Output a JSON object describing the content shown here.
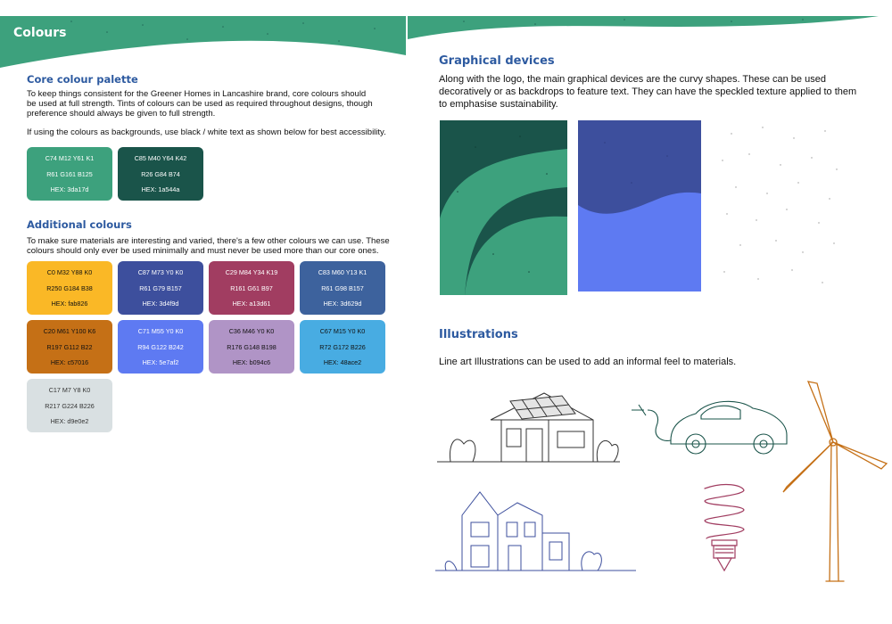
{
  "header": {
    "title": "Colours"
  },
  "core": {
    "heading": "Core colour palette",
    "p1": [
      "To keep things consistent for the Greener Homes in Lancashire brand, core colours should",
      "be used at full strength. Tints of colours can be used as required throughout designs, though",
      "preference should always be given to full strength."
    ],
    "p2": "If using the colours as backgrounds, use black / white text as shown below for best accessibility.",
    "swatches": [
      {
        "cmyk": "C74 M12 Y61 K1",
        "rgb": "R61 G161 B125",
        "hex": "HEX: 3da17d",
        "color": "#3da17d",
        "text": "light"
      },
      {
        "cmyk": "C85 M40 Y64 K42",
        "rgb": "R26 G84 B74",
        "hex": "HEX: 1a544a",
        "color": "#1a544a",
        "text": "light"
      }
    ]
  },
  "additional": {
    "heading": "Additional colours",
    "p1": [
      "To make sure materials are interesting and varied, there's a few other colours we can use. These",
      "colours should only ever be used minimally and must never be used more than our core ones."
    ],
    "swatches": [
      {
        "cmyk": "C0 M32 Y88 K0",
        "rgb": "R250 G184 B38",
        "hex": "HEX: fab826",
        "color": "#fab826",
        "text": "dark"
      },
      {
        "cmyk": "C87 M73 Y0 K0",
        "rgb": "R61 G79 B157",
        "hex": "HEX: 3d4f9d",
        "color": "#3d4f9d",
        "text": "light"
      },
      {
        "cmyk": "C29 M84 Y34 K19",
        "rgb": "R161 G61 B97",
        "hex": "HEX: a13d61",
        "color": "#a13d61",
        "text": "light"
      },
      {
        "cmyk": "C83 M60 Y13 K1",
        "rgb": "R61 G98 B157",
        "hex": "HEX: 3d629d",
        "color": "#3d629d",
        "text": "light"
      },
      {
        "cmyk": "C20 M61 Y100 K6",
        "rgb": "R197 G112 B22",
        "hex": "HEX: c57016",
        "color": "#c57016",
        "text": "dark"
      },
      {
        "cmyk": "C71 M55 Y0 K0",
        "rgb": "R94 G122 B242",
        "hex": "HEX: 5e7af2",
        "color": "#5e7af2",
        "text": "light"
      },
      {
        "cmyk": "C36 M46 Y0 K0",
        "rgb": "R176 G148 B198",
        "hex": "HEX: b094c6",
        "color": "#b094c6",
        "text": "dark"
      },
      {
        "cmyk": "C67 M15 Y0 K0",
        "rgb": "R72 G172 B226",
        "hex": "HEX: 48ace2",
        "color": "#48ace2",
        "text": "dark"
      },
      {
        "cmyk": "C17 M7 Y8 K0",
        "rgb": "R217 G224 B226",
        "hex": "HEX: d9e0e2",
        "color": "#d9e0e2",
        "text": "dark"
      }
    ]
  },
  "graphical": {
    "heading": "Graphical devices",
    "p1": [
      "Along with the logo, the main graphical devices are the curvy shapes. These can be used",
      "decoratively or as backdrops to feature text. They can have the speckled texture applied to them",
      "to emphasise sustainability."
    ]
  },
  "illustrations": {
    "heading": "Illustrations",
    "p1": "Line art Illustrations can be used to add an informal feel to materials."
  },
  "colors": {
    "banner": "#3da17d",
    "heading": "#2d5aa0",
    "green": "#3da17d",
    "dark_green": "#1a544a",
    "navy": "#3d4f9d",
    "blue": "#5e7af2",
    "orange": "#c57016",
    "purple": "#a13d61",
    "line_dark": "#333333",
    "line_navy": "#3d4f9d",
    "line_green": "#1a544a"
  }
}
